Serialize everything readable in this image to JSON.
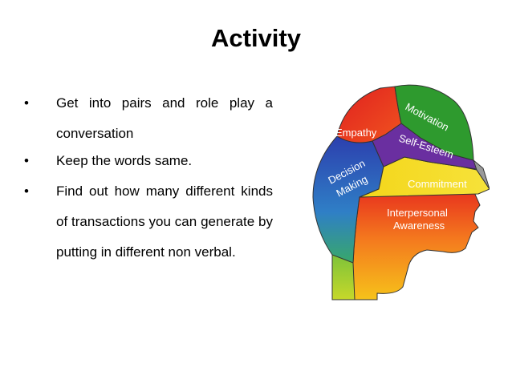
{
  "slide": {
    "title": "Activity",
    "bullets": [
      {
        "symbol": "•",
        "text": "Get into pairs and role play a conversation"
      },
      {
        "symbol": "•",
        "text": "Keep the words same."
      },
      {
        "symbol": "•",
        "text": "Find out how many different kinds of transactions you can generate by putting in different non verbal."
      }
    ]
  },
  "diagram": {
    "regions": {
      "motivation": {
        "label": "Motivation",
        "color": "#2e9a2e"
      },
      "empathy": {
        "label": "Empathy",
        "color": "#e5262a"
      },
      "self_esteem": {
        "label": "Self-Esteem",
        "color": "#6a2fa0"
      },
      "decision_making": {
        "label_line1": "Decision",
        "label_line2": "Making",
        "color": "#2a55b4"
      },
      "commitment": {
        "label": "Commitment",
        "color": "#f2d21a"
      },
      "interpersonal_awareness": {
        "label_line1": "Interpersonal",
        "label_line2": "Awareness",
        "color": "#f06a20"
      }
    }
  }
}
